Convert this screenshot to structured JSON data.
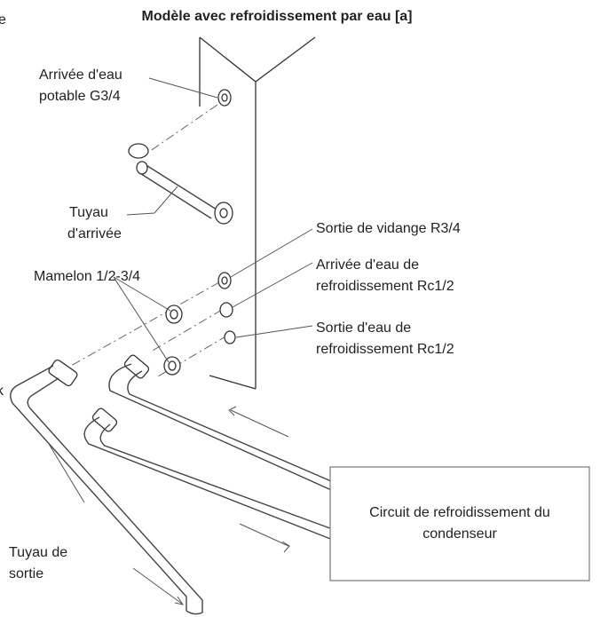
{
  "diagram": {
    "title": "Modèle avec refroidissement par eau [a]",
    "edge_marks": {
      "left_top": "e",
      "left_mid": "k"
    },
    "labels": {
      "potable_inlet_line1": "Arrivée d'eau",
      "potable_inlet_line2": "potable G3/4",
      "inlet_hose_line1": "Tuyau",
      "inlet_hose_line2": "d'arrivée",
      "drain_outlet": "Sortie de vidange R3/4",
      "nipple": "Mamelon 1/2-3/4",
      "cooling_inlet_line1": "Arrivée d'eau de",
      "cooling_inlet_line2": "refroidissement Rc1/2",
      "cooling_outlet_line1": "Sortie d'eau de",
      "cooling_outlet_line2": "refroidissement Rc1/2",
      "circuit_line1": "Circuit de refroidissement du",
      "circuit_line2": "condenseur",
      "outlet_hose_line1": "Tuyau de",
      "outlet_hose_line2": "sortie"
    }
  }
}
